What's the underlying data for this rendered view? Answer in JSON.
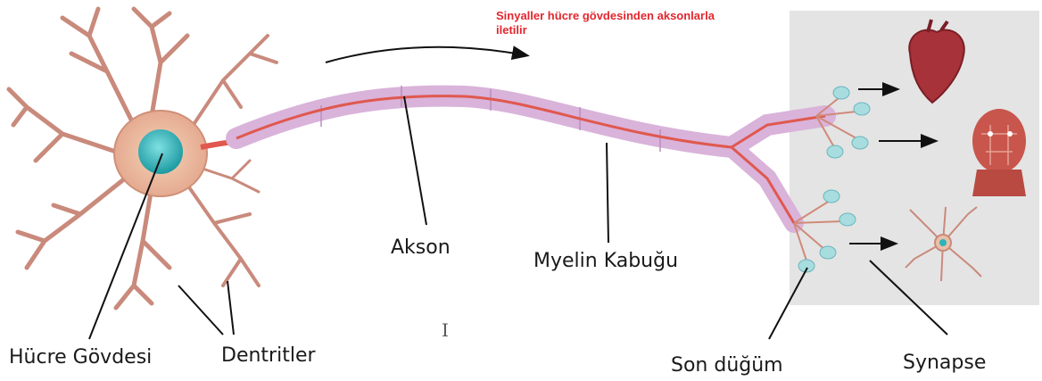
{
  "annotation": {
    "line1": "Sinyaller hücre gövdesinden aksonlarla",
    "line2": "iletilir"
  },
  "labels": {
    "cell_body": "Hücre Gövdesi",
    "dendrites": "Dentritler",
    "axon": "Akson",
    "myelin": "Myelin Kabuğu",
    "terminal": "Son düğüm",
    "synapse": "Synapse"
  },
  "colors": {
    "annotation": "#e3262e",
    "dendrite": "#c98a7c",
    "myelin": "#d9b3da",
    "axon_core": "#e0584e",
    "nucleus": "#2fb3b8",
    "panel": "#e4e4e4"
  },
  "icons": {
    "target_1": "heart-icon",
    "target_2": "head-muscle-icon",
    "target_3": "neuron-icon",
    "cursor": "text-cursor-icon"
  }
}
